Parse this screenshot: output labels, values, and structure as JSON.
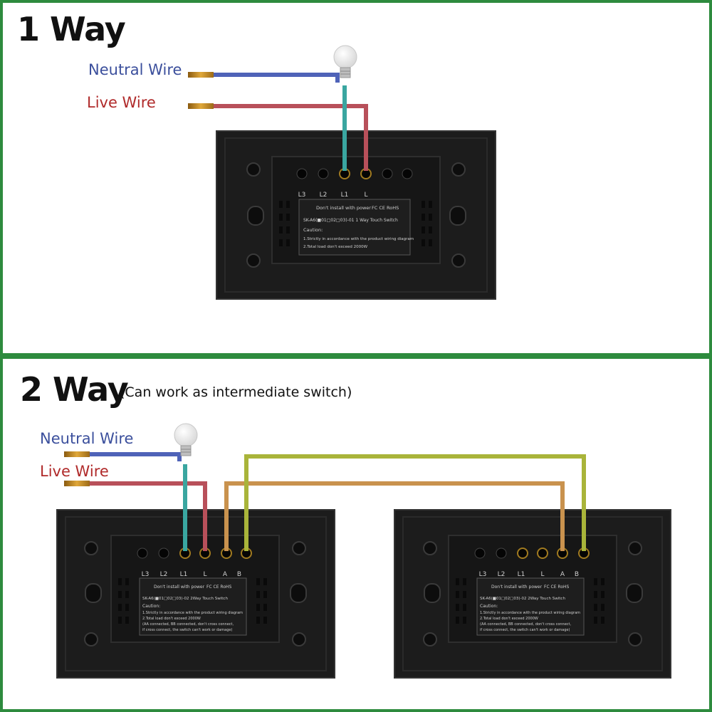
{
  "one_way": {
    "title": "1 Way",
    "neutral_label": "Neutral Wire",
    "live_label": "Live Wire",
    "terminals": [
      "L3",
      "L2",
      "L1",
      "L"
    ],
    "sticker_warning": "Don't install with power",
    "sticker_marks": "FC  CE  RoHS",
    "sticker_model": "SK-A6(■01□02□03)-01    1 Way Touch Switch",
    "sticker_caution": "Caution:",
    "sticker_lines": [
      "1.Strictly in accordance with the product wiring diagram",
      "2.Total load don't exceed 2000W"
    ]
  },
  "two_way": {
    "title": "2 Way",
    "subtitle": "(Can work as intermediate switch)",
    "neutral_label": "Neutral Wire",
    "live_label": "Live Wire",
    "terminals": [
      "L3",
      "L2",
      "L1",
      "L",
      "A",
      "B"
    ],
    "sticker_warning": "Don't install with power",
    "sticker_marks": "FC  CE  RoHS",
    "sticker_model": "SK-A6(■01□02□03)-02    2Way Touch Switch",
    "sticker_caution": "Caution:",
    "sticker_lines": [
      "1.Strictly in accordance with the product wiring diagram",
      "2.Total load don't exceed 2000W",
      "(AA connected, BB connected, don't cross connect,",
      " if cross connect, the switch can't work or damage)"
    ]
  },
  "colors": {
    "border": "#2e8b3e",
    "neutral_wire": "#4f63b8",
    "live_wire": "#b8505a",
    "earth_wire": "#3aa6a0",
    "a_wire": "#c9924e",
    "b_wire": "#a9b43a",
    "switch_body": "#1c1c1c"
  }
}
